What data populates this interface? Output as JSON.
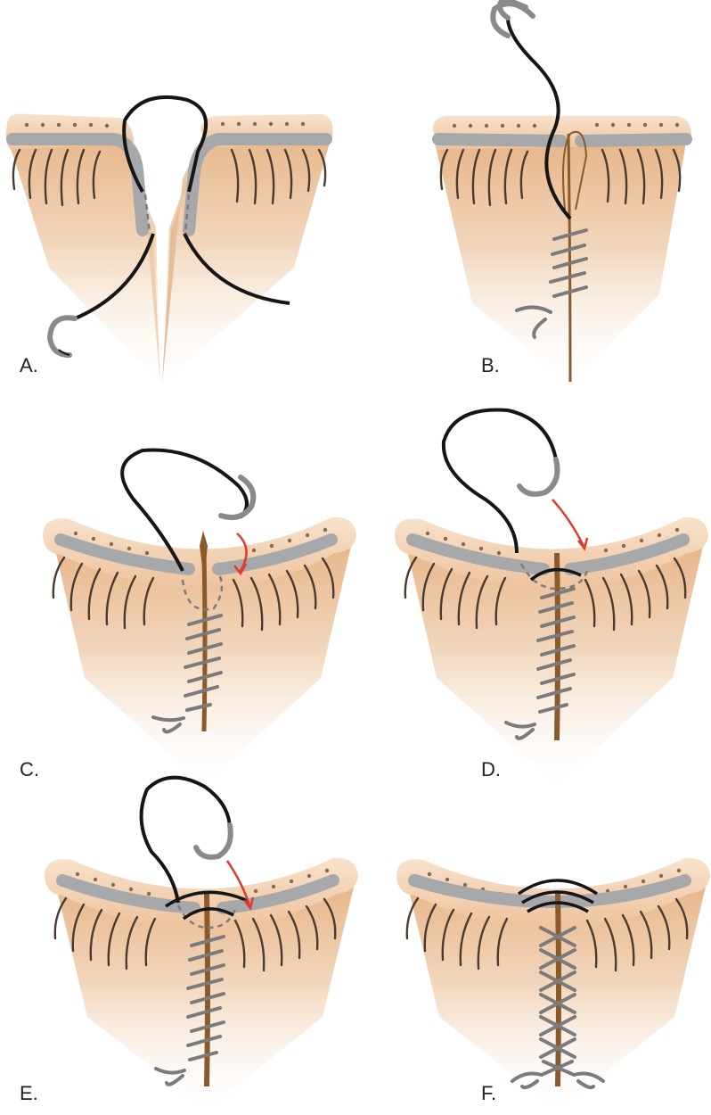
{
  "panels": [
    {
      "id": "A",
      "label": "A."
    },
    {
      "id": "B",
      "label": "B."
    },
    {
      "id": "C",
      "label": "C."
    },
    {
      "id": "D",
      "label": "D."
    },
    {
      "id": "E",
      "label": "E."
    },
    {
      "id": "F",
      "label": "F."
    }
  ],
  "colors": {
    "skin": "#f2d3b0",
    "skin_edge": "#e4b68a",
    "tarsal_plate": "#a7a8aa",
    "tarsal_plate_edge": "#7d7e80",
    "suture_black": "#161616",
    "suture_gray": "#7b7b7b",
    "suture_brown": "#8a5a2b",
    "arrow_red": "#e23a2e",
    "lash": "#4b3a2e",
    "meibomian_dot": "#8a6a4e"
  }
}
